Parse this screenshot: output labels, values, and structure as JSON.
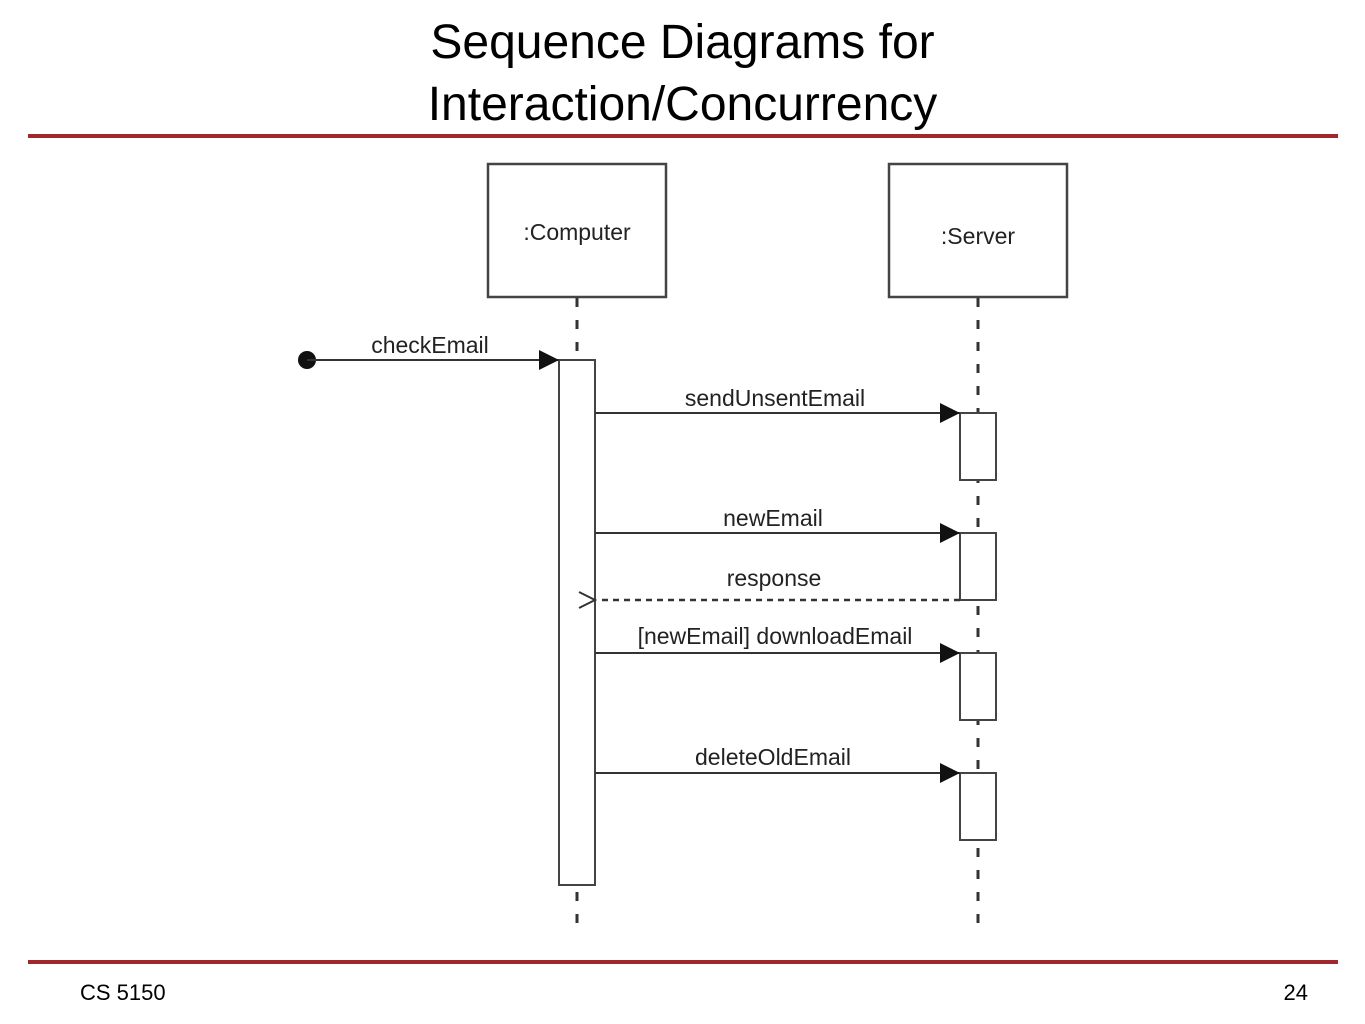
{
  "title": {
    "line1": "Sequence Diagrams for",
    "line2": "Interaction/Concurrency"
  },
  "footer": {
    "course": "CS 5150",
    "page": "24"
  },
  "diagram": {
    "lifelines": {
      "computer": ":Computer",
      "server": ":Server"
    },
    "messages": {
      "check_email": "checkEmail",
      "send_unsent": "sendUnsentEmail",
      "new_email": "newEmail",
      "response": "response",
      "download": "[newEmail] downloadEmail",
      "delete_old": "deleteOldEmail"
    }
  },
  "colors": {
    "accent_rule": "#a0282c",
    "diagram_stroke": "#333333"
  }
}
